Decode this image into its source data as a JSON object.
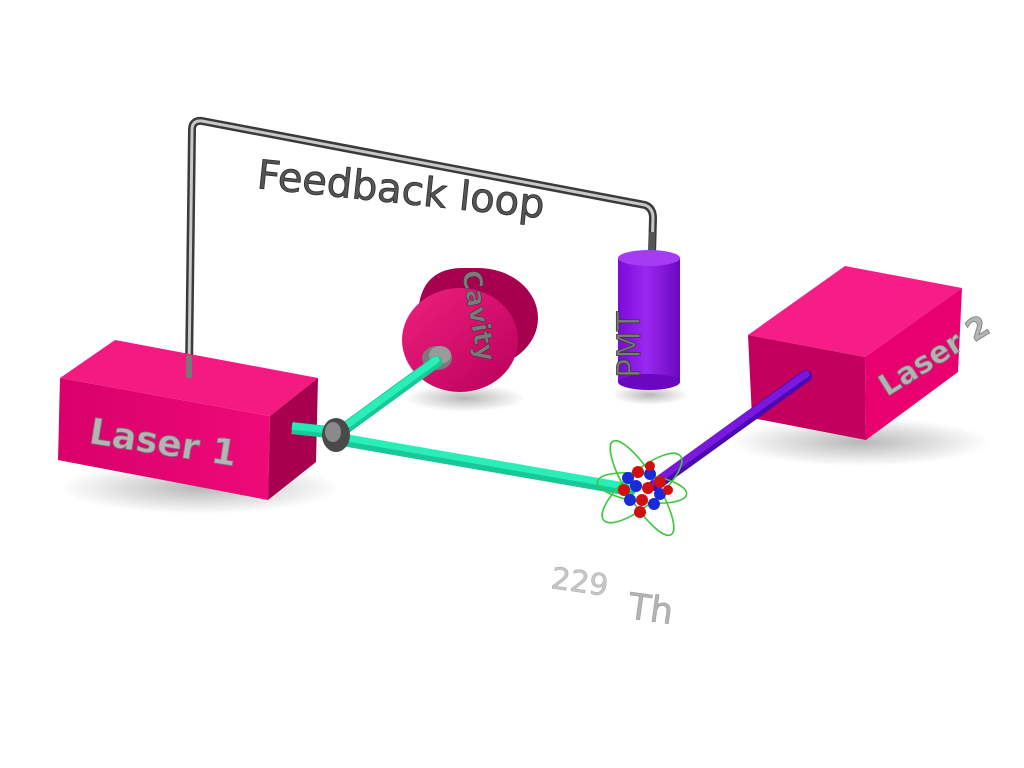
{
  "labels": {
    "feedback_loop": "Feedback loop",
    "cavity": "Cavity",
    "pmt": "PMT",
    "laser1": "Laser 1",
    "laser2": "Laser 2",
    "isotope_mass": "229",
    "isotope_element": "Th"
  },
  "colors": {
    "laser_box": "#e00070",
    "cavity": "#e0006e",
    "pmt": "#8a10e8",
    "beam_laser1": "#20e8b4",
    "beam_laser2": "#6a10d8",
    "feedback_wire": "#808080",
    "nucleus_red": "#d01010",
    "nucleus_blue": "#1a2ad8",
    "orbit_green": "#3cc83c",
    "label_dark": "#555555",
    "label_light": "#b4b4b4"
  }
}
